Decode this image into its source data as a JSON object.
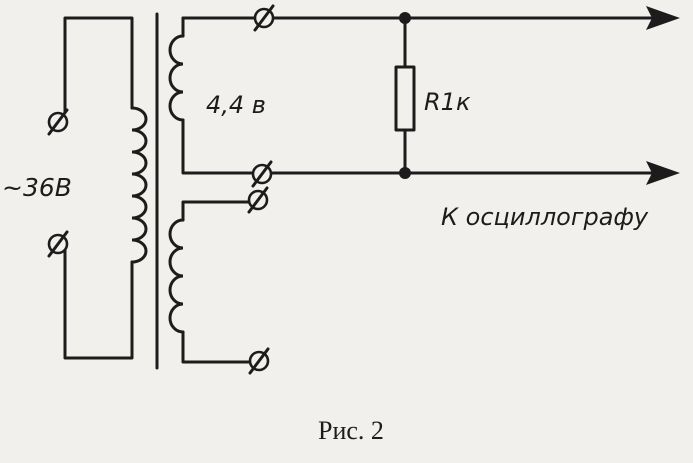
{
  "labels": {
    "input_voltage": "~36В",
    "secondary_voltage": "4,4 в",
    "resistor": "R1к",
    "output": "К осциллографу"
  },
  "caption": "Рис. 2"
}
